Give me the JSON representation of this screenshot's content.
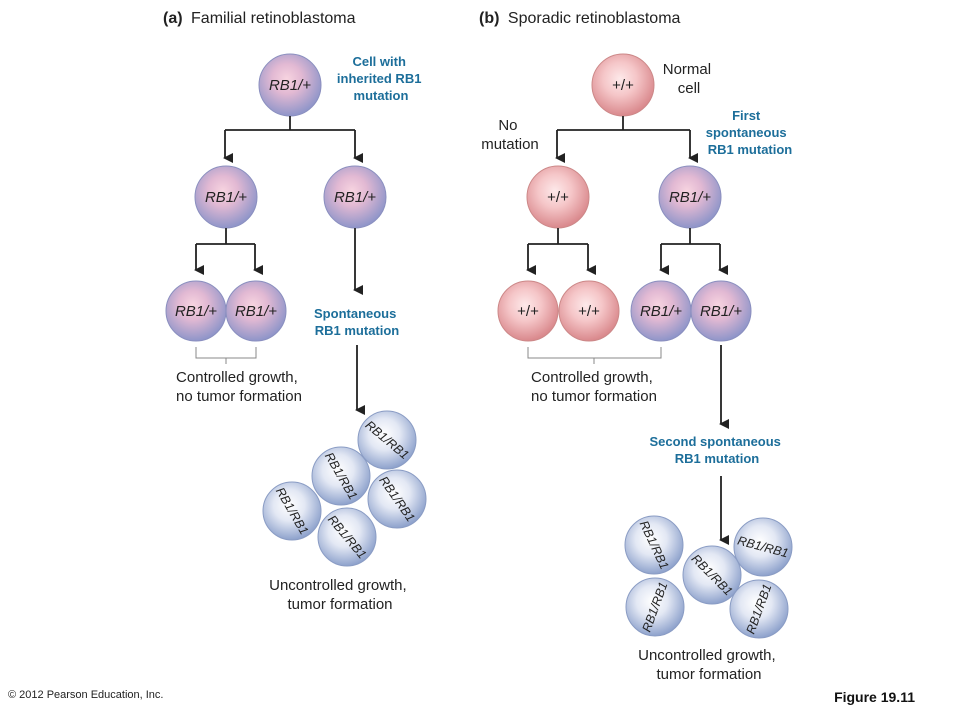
{
  "colors": {
    "normal_cell": "#e9a0a0",
    "mutant_cell": "#a2a8d6",
    "tumor_cell": "#a9b7d8",
    "accent_blue": "#1c6e9a",
    "line": "#222222"
  },
  "panel_a": {
    "tag": "(a)",
    "title": "Familial retinoblastoma",
    "root_cell": "RB1/+",
    "root_note": [
      "Cell with",
      "inherited RB1",
      "mutation"
    ],
    "level2": [
      "RB1/+",
      "RB1/+"
    ],
    "level3": [
      "RB1/+",
      "RB1/+"
    ],
    "mutation_note": [
      "Spontaneous",
      "RB1 mutation"
    ],
    "controlled": [
      "Controlled growth,",
      "no tumor formation"
    ],
    "tumor_cells": [
      "RB1/RB1",
      "RB1/RB1",
      "RB1/RB1",
      "RB1/RB1",
      "RB1/RB1"
    ],
    "uncontrolled": [
      "Uncontrolled growth,",
      "tumor formation"
    ]
  },
  "panel_b": {
    "tag": "(b)",
    "title": "Sporadic retinoblastoma",
    "root_cell": "+/+",
    "root_note": [
      "Normal",
      "cell"
    ],
    "no_mutation": [
      "No",
      "mutation"
    ],
    "first_mutation": [
      "First",
      "spontaneous",
      "RB1 mutation"
    ],
    "level2": [
      "+/+",
      "RB1/+"
    ],
    "level3": [
      "+/+",
      "+/+",
      "RB1/+",
      "RB1/+"
    ],
    "controlled": [
      "Controlled growth,",
      "no tumor formation"
    ],
    "second_mutation": [
      "Second spontaneous",
      "RB1 mutation"
    ],
    "tumor_cells": [
      "RB1/RB1",
      "RB1/RB1",
      "RB1/RB1",
      "RB1/RB1",
      "RB1/RB1"
    ],
    "uncontrolled": [
      "Uncontrolled growth,",
      "tumor formation"
    ]
  },
  "footer": {
    "copyright": "© 2012 Pearson Education, Inc.",
    "figure": "Figure 19.11"
  }
}
